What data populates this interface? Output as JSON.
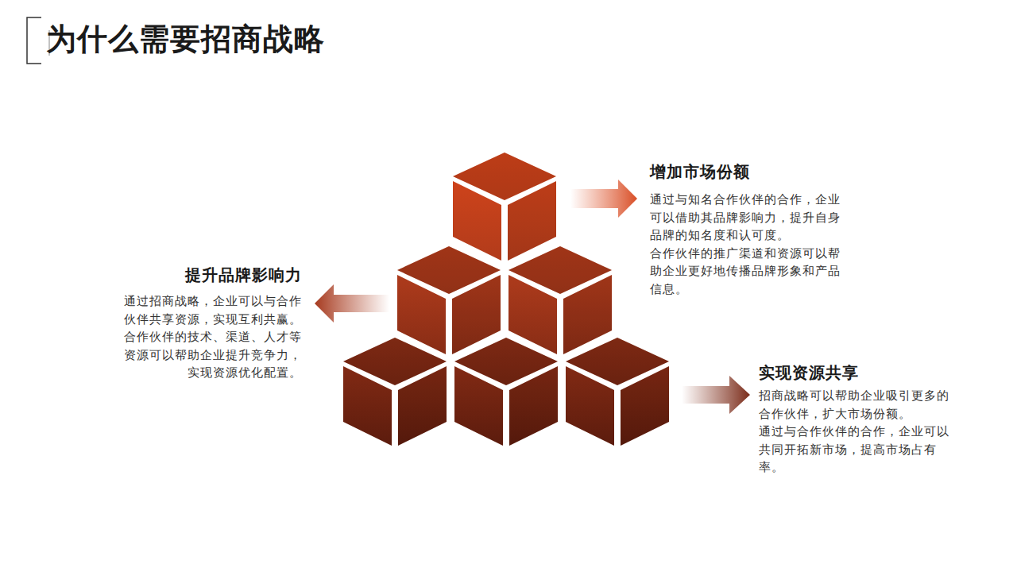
{
  "diagram": {
    "title": "为什么需要招商战略",
    "labels": [
      "增加市场份额",
      "通过与知名合作伙伴的合作，企业可以借助其品牌影响力，提升自身品牌的知名度和认可度。",
      "合作伙伴的推广渠道和资源可以帮助企业更好地传播品牌形象和产品信息。",
      "提升品牌影响力",
      "通过招商战略，企业可以与合作伙伴共享资源，实现互利共赢。",
      "合作伙伴的技术、渠道、人才等资源可以帮助企业提升竞争力，实现资源优化配置。",
      "实现资源共享",
      "招商战略可以帮助企业吸引更多的合作伙伴，扩大市场份额。",
      "通过与合作伙伴的合作，企业可以共同开拓新市场，提高市场占有率。"
    ]
  }
}
